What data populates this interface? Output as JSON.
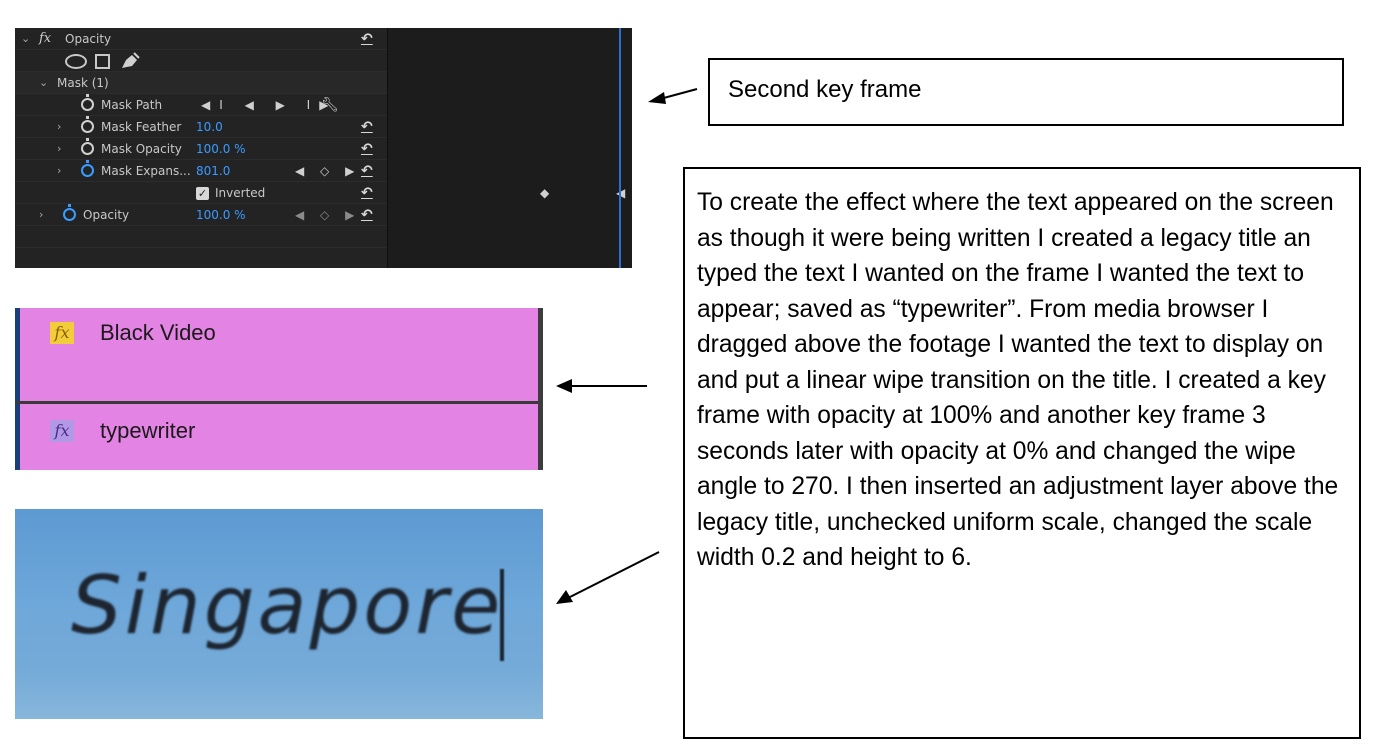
{
  "effect_controls": {
    "opacity_group_label": "Opacity",
    "mask_group_label": "Mask (1)",
    "mask_path_label": "Mask Path",
    "mask_path_controls": "◀I ◀ ▶ I▶",
    "mask_feather_label": "Mask Feather",
    "mask_feather_value": "10.0",
    "mask_opacity_label": "Mask Opacity",
    "mask_opacity_value": "100.0 %",
    "mask_expansion_label": "Mask Expans...",
    "mask_expansion_value": "801.0",
    "inverted_label": "Inverted",
    "inverted_checked": true,
    "opacity_label": "Opacity",
    "opacity_value": "100.0 %",
    "keyframe_nav": "◀ ◇ ▶",
    "accent_color": "#3b9bff",
    "icons": [
      "fx-icon",
      "ellipse-mask-icon",
      "rectangle-mask-icon",
      "pen-mask-icon",
      "stopwatch-icon",
      "reset-icon",
      "wrench-icon",
      "keyframe-diamond-icon"
    ]
  },
  "timeline": {
    "clip_1": "Black Video",
    "clip_2": "typewriter",
    "track_color": "#e383e3"
  },
  "preview": {
    "text": "Singapore"
  },
  "annotations": {
    "second_keyframe": "Second key frame",
    "description": "To create the effect where the text appeared on the screen as though it were being written I created a legacy title an typed the text I wanted on the frame I wanted the text to appear; saved as “typewriter”. From media browser I dragged above the footage I wanted the text to display on and put a linear wipe transition on the title. I created a key frame with opacity at 100% and another key frame 3 seconds later with opacity at 0% and changed the wipe angle to 270. I then inserted an adjustment layer above the legacy title, unchecked uniform scale, changed the scale width 0.2 and height to 6."
  }
}
